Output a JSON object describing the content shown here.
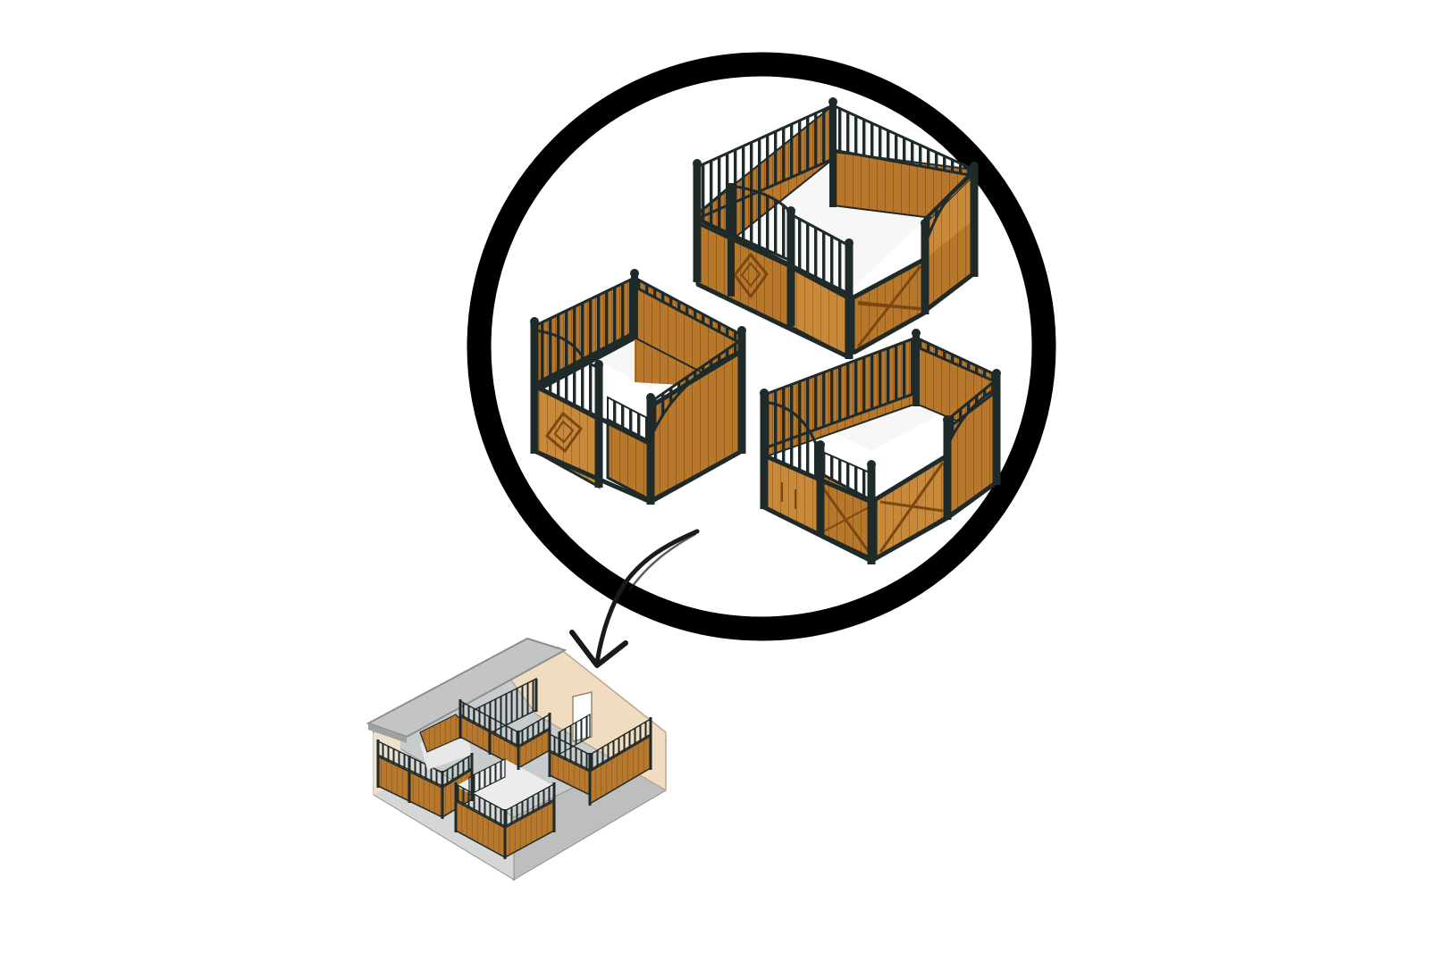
{
  "figure": {
    "detail_items": [
      "stall-large",
      "stall-small",
      "stall-medium"
    ],
    "overview": "barn-with-stalls"
  },
  "colors": {
    "background": "#ffffff",
    "circle": "#000000",
    "wood": "#b8782c",
    "wood_dark": "#8a5418",
    "wood_light": "#cf9444",
    "metal": "#1f2a2a",
    "floor": "#f7f7f7",
    "barn_roof": "#b9bcbc",
    "barn_wall": "#f0dcc0",
    "barn_floor": "#c9cccc",
    "barn_edge": "#8d8f8f",
    "arrow": "#1a1a1a"
  }
}
